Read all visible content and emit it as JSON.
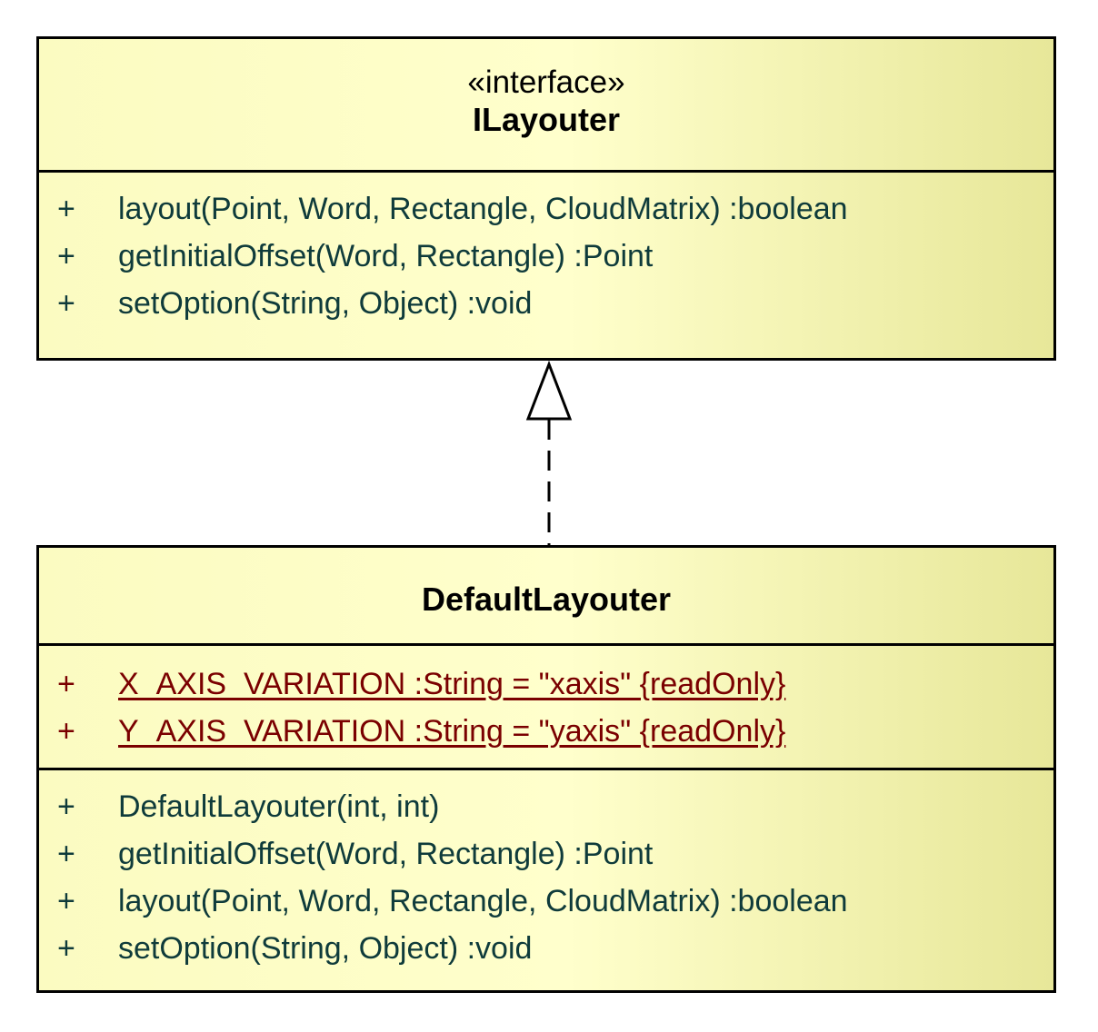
{
  "interface_class": {
    "stereotype": "«interface»",
    "name": "ILayouter",
    "operations": [
      {
        "visibility": "+",
        "signature": "layout(Point, Word, Rectangle, CloudMatrix)  :boolean"
      },
      {
        "visibility": "+",
        "signature": "getInitialOffset(Word, Rectangle)  :Point"
      },
      {
        "visibility": "+",
        "signature": "setOption(String, Object)  :void"
      }
    ]
  },
  "implementation_class": {
    "name": "DefaultLayouter",
    "attributes": [
      {
        "visibility": "+",
        "signature": "X_AXIS_VARIATION  :String = \"xaxis\" {readOnly}"
      },
      {
        "visibility": "+",
        "signature": "Y_AXIS_VARIATION  :String = \"yaxis\" {readOnly}"
      }
    ],
    "operations": [
      {
        "visibility": "+",
        "signature": "DefaultLayouter(int, int)"
      },
      {
        "visibility": "+",
        "signature": "getInitialOffset(Word, Rectangle)  :Point"
      },
      {
        "visibility": "+",
        "signature": "layout(Point, Word, Rectangle, CloudMatrix)  :boolean"
      },
      {
        "visibility": "+",
        "signature": "setOption(String, Object)  :void"
      }
    ]
  },
  "colors": {
    "box_fill_left": "#fbfbc1",
    "box_fill_right": "#e7e799",
    "operation_text": "#0f3b3b",
    "static_attribute_text": "#7a0000",
    "border": "#000000"
  }
}
